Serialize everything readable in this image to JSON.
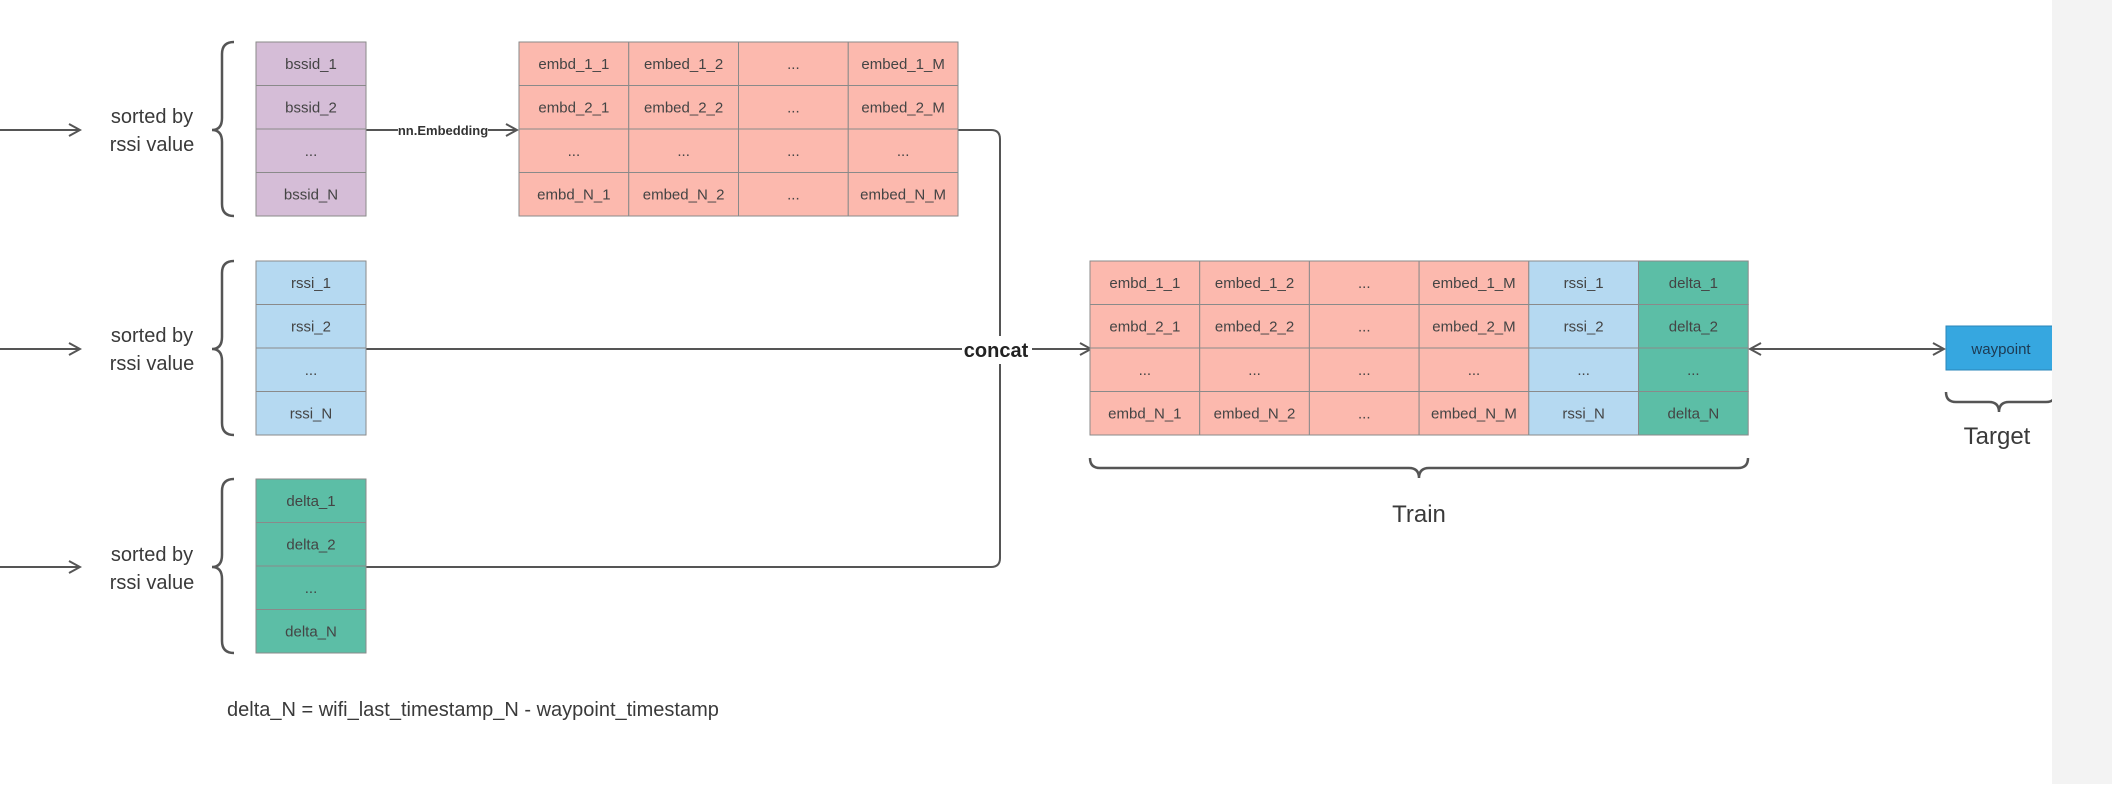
{
  "colors": {
    "purple": "#d5bdd7",
    "salmon": "#fcb9ae",
    "blue": "#b5d9f1",
    "teal": "#5cbea6",
    "waypoint": "#36a7e0",
    "line": "#555555",
    "grid": "#8a8a8a"
  },
  "sorted_label": [
    "sorted by",
    "rssi value"
  ],
  "bssid": [
    "bssid_1",
    "bssid_2",
    "...",
    "bssid_N"
  ],
  "rssi": [
    "rssi_1",
    "rssi_2",
    "...",
    "rssi_N"
  ],
  "delta": [
    "delta_1",
    "delta_2",
    "...",
    "delta_N"
  ],
  "embedding_label": "nn.Embedding",
  "embedding": [
    [
      "embd_1_1",
      "embed_1_2",
      "...",
      "embed_1_M"
    ],
    [
      "embd_2_1",
      "embed_2_2",
      "...",
      "embed_2_M"
    ],
    [
      "...",
      "...",
      "...",
      "..."
    ],
    [
      "embd_N_1",
      "embed_N_2",
      "...",
      "embed_N_M"
    ]
  ],
  "concat_label": "concat",
  "train_table": [
    [
      "embd_1_1",
      "embed_1_2",
      "...",
      "embed_1_M",
      "rssi_1",
      "delta_1"
    ],
    [
      "embd_2_1",
      "embed_2_2",
      "...",
      "embed_2_M",
      "rssi_2",
      "delta_2"
    ],
    [
      "...",
      "...",
      "...",
      "...",
      "...",
      "..."
    ],
    [
      "embd_N_1",
      "embed_N_2",
      "...",
      "embed_N_M",
      "rssi_N",
      "delta_N"
    ]
  ],
  "train_label": "Train",
  "waypoint_label": "waypoint",
  "target_label": "Target",
  "formula": "delta_N = wifi_last_timestamp_N - waypoint_timestamp"
}
